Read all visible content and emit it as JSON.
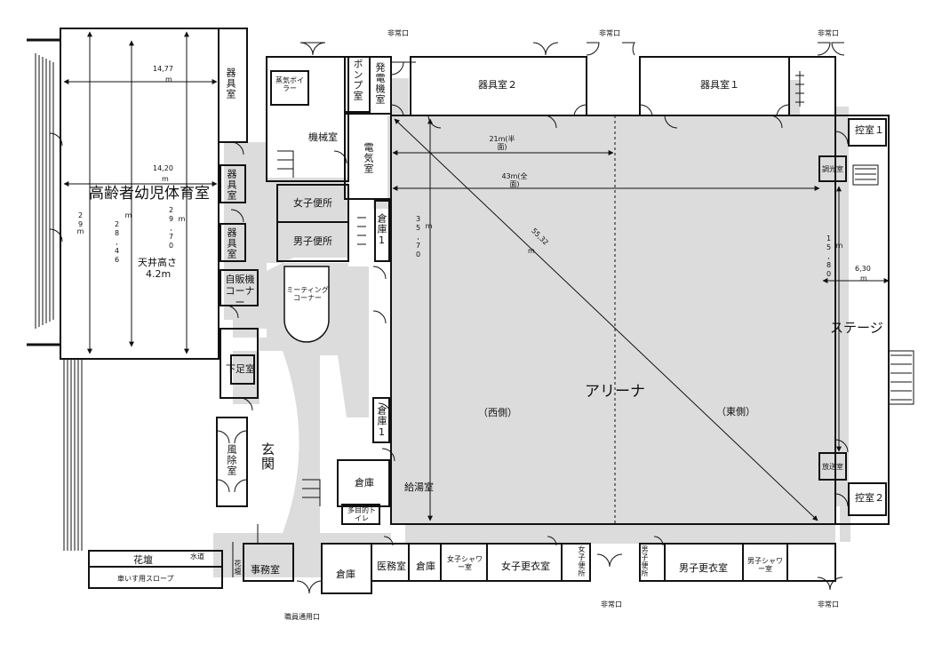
{
  "rooms": {
    "elderly_gym": "高齢者幼児体育室",
    "ceiling": "天井高さ",
    "ceiling_height": "4.2m",
    "equip_left_top": "器具室",
    "equip_left_mid": "器具室",
    "equip_left_low": "器具室",
    "boiler": "蒸気ボイラー",
    "machine": "機械室",
    "pump": "ポンプ室",
    "generator": "発電機室",
    "electric": "電気室",
    "women_toilet": "女子便所",
    "men_toilet": "男子便所",
    "storage1_top": "倉庫1",
    "storage1_mid": "倉庫1",
    "vending": "自販機コーナー",
    "meeting": "ミーティングコーナー",
    "shoe_room": "下足室",
    "windbreak": "風除室",
    "entrance": "玄関",
    "storage_left": "倉庫",
    "multi_toilet": "多目的トイレ",
    "kettle": "給湯室",
    "equip2": "器具室２",
    "equip1": "器具室１",
    "arena": "アリーナ",
    "west": "（西側）",
    "east": "（東側）",
    "waiting1": "控室１",
    "lighting": "調光室",
    "stage": "ステージ",
    "broadcast": "放送室",
    "waiting2": "控室２",
    "flowerbed_top": "花壇",
    "water": "水道",
    "ramp": "車いす用スロープ",
    "flowerbed_side": "花壇",
    "office": "事務室",
    "storage_bottom": "倉庫",
    "medical": "医務室",
    "storage_bottom2": "倉庫",
    "women_shower": "女子シャワー室",
    "women_locker": "女子更衣室",
    "women_toilet_b": "女子便所",
    "men_toilet_b": "男子便所",
    "men_locker": "男子更衣室",
    "men_shower": "男子シャワー室"
  },
  "exits": {
    "emergency_top_left": "非常口",
    "emergency_top_mid": "非常口",
    "emergency_top_right": "非常口",
    "emergency_bottom_mid": "非常口",
    "emergency_bottom_right": "非常口",
    "staff": "職員通用口"
  },
  "dimensions": {
    "gym_width_top": "14,77",
    "gym_width_top_unit": "m",
    "gym_width_mid": "14,20",
    "gym_width_mid_unit": "m",
    "gym_h1": "29",
    "gym_h1_unit": "m",
    "gym_h2": "28,46",
    "gym_h2_unit": "m",
    "gym_h3": "29,70",
    "gym_h3_unit": "m",
    "half_arena": "21m(半面)",
    "full_arena": "43m(全面)",
    "arena_depth": "35,70",
    "arena_depth_unit": "m",
    "diagonal": "55,32",
    "diagonal_unit": "m",
    "stage_len": "15,80",
    "stage_len_unit": "m",
    "stage_depth": "6,30",
    "stage_depth_unit": "m"
  },
  "colors": {
    "corridor": "#dcdcdc",
    "wall": "#111111",
    "background": "#ffffff"
  }
}
